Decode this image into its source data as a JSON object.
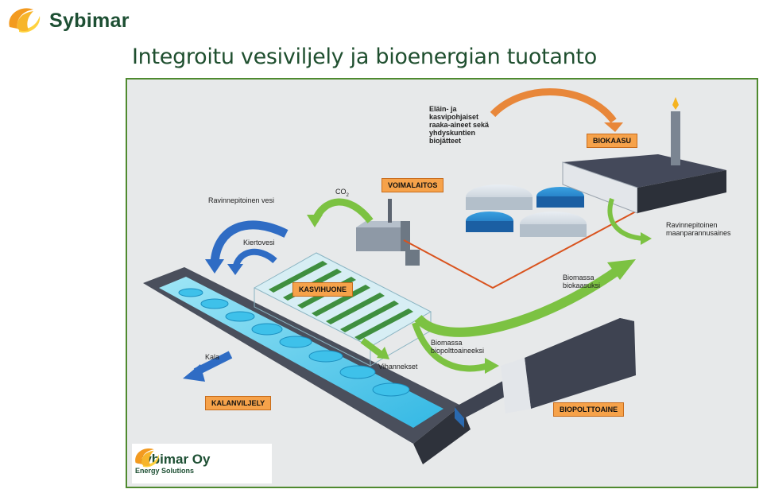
{
  "brand": {
    "name": "Sybimar",
    "colors": {
      "orange": "#f39a1f",
      "yellow": "#ffd23f",
      "green": "#1d4f33"
    }
  },
  "title": "Integroitu vesiviljely ja bioenergian tuotanto",
  "diagram": {
    "boxes": {
      "biokaasu": "BIOKAASU",
      "voimalaitos": "VOIMALAITOS",
      "kasvihuone": "KASVIHUONE",
      "kalanviljely": "KALANVILJELY",
      "biopolttoaine": "BIOPOLTTOAINE"
    },
    "labels": {
      "elain_lines": [
        "Eläin- ja",
        "kasvipohjaiset",
        "raaka-aineet sekä",
        "yhdyskuntien",
        "biojätteet"
      ],
      "co2_main": "CO",
      "co2_sub": "2",
      "ravinnepitoinen_vesi": "Ravinnepitoinen vesi",
      "kiertovesi": "Kiertovesi",
      "ravinnepitoinen_maanparannusaine": [
        "Ravinnepitoinen",
        "maanparannusaines"
      ],
      "biomassa_biokaasuksi": [
        "Biomassa",
        "biokaasuksi"
      ],
      "biomassa_biopolttoaineeksi": [
        "Biomassa",
        "biopolttoaineeksi"
      ],
      "vihannekset": "Vihannekset",
      "kala": "Kala"
    },
    "colors": {
      "orange_arrow": "#e8873a",
      "green_arrow": "#7cc242",
      "blue_arrow": "#2f6cc4",
      "pipe": "#d9531e",
      "box": "#f6a24a"
    }
  },
  "badge": {
    "name": "Sybimar Oy",
    "subtitle": "Energy Solutions"
  }
}
